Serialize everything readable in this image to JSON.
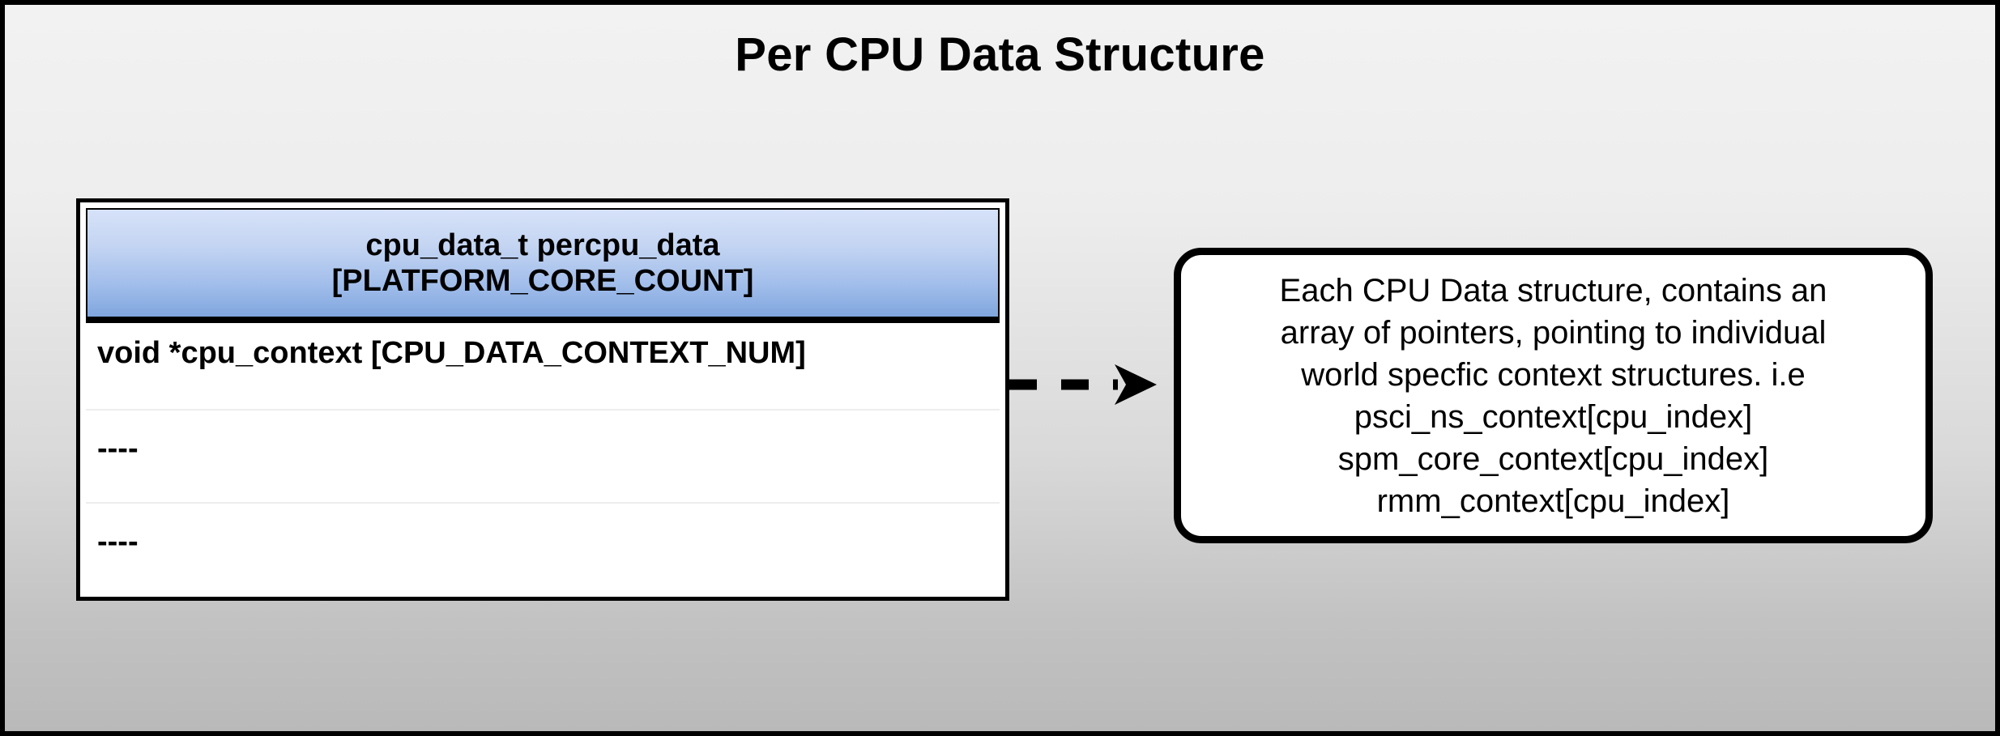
{
  "page": {
    "title": "Per CPU Data Structure",
    "background_top_color": "#f2f2f2",
    "background_bottom_color": "#b9b9b9",
    "border_color": "#000000"
  },
  "struct_table": {
    "header": {
      "line1": "cpu_data_t percpu_data",
      "line2": "[PLATFORM_CORE_COUNT]",
      "gradient_top_color": "#d6e2f8",
      "gradient_bottom_color": "#80a6de"
    },
    "rows": [
      {
        "label": "void *cpu_context [CPU_DATA_CONTEXT_NUM]"
      },
      {
        "label": "----"
      },
      {
        "label": "----"
      }
    ]
  },
  "connector": {
    "style": "dashed-arrow",
    "direction": "right",
    "dash_count": 3,
    "color": "#000000"
  },
  "callout": {
    "text": "Each CPU Data structure, contains an\narray of pointers, pointing to individual\nworld specfic context structures. i.e\npsci_ns_context[cpu_index]\nspm_core_context[cpu_index]\nrmm_context[cpu_index]",
    "border_color": "#000000",
    "fill_color": "#ffffff"
  }
}
